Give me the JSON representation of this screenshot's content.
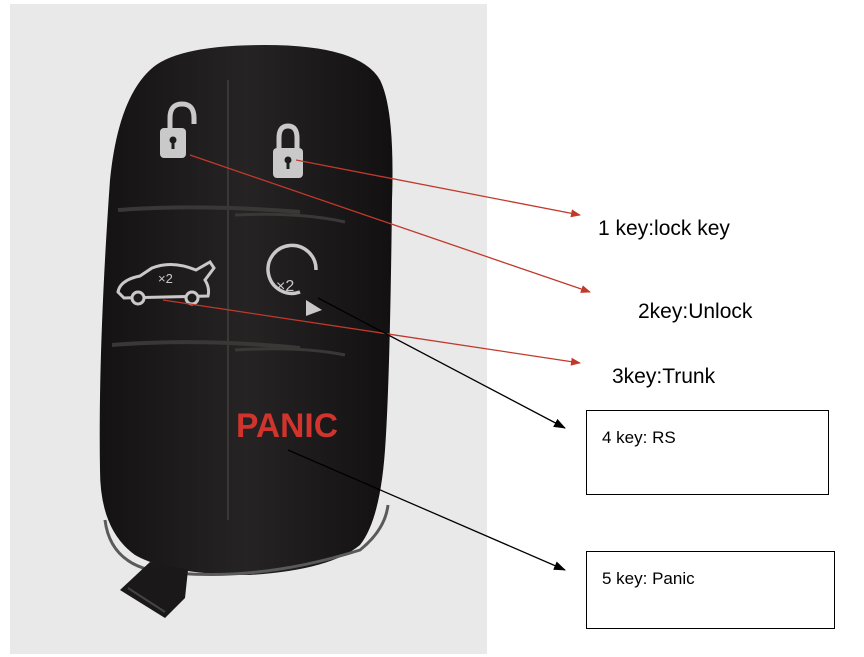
{
  "labels": {
    "key1": "1 key:lock key",
    "key2": "2key:Unlock",
    "key3": "3key:Trunk",
    "key4": "4 key: RS",
    "key5": "5 key: Panic"
  },
  "fob": {
    "panic_text": "PANIC",
    "trunk_badge": "×2",
    "remote_start_badge": "×2"
  },
  "colors": {
    "photo_bg": "#ececec",
    "fob_body": "#1d1b1c",
    "panic_red": "#d0342c",
    "arrow_red": "#c0392b",
    "arrow_black": "#000000"
  }
}
